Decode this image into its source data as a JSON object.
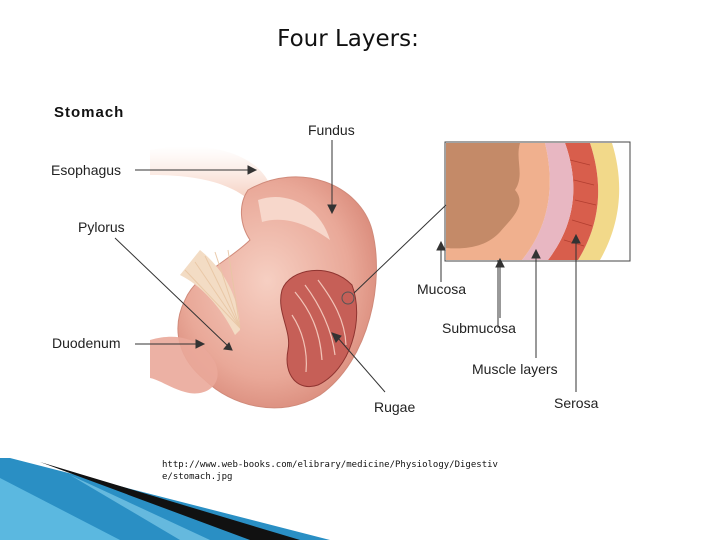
{
  "slide": {
    "title": "Four Layers:",
    "source": "http://www.web-books.com/elibrary/medicine/Physiology/Digestive/stomach.jpg"
  },
  "diagram": {
    "heading": "Stomach",
    "labels": {
      "esophagus": "Esophagus",
      "pylorus": "Pylorus",
      "duodenum": "Duodenum",
      "fundus": "Fundus",
      "rugae": "Rugae",
      "mucosa": "Mucosa",
      "submucosa": "Submucosa",
      "muscle_layers": "Muscle layers",
      "serosa": "Serosa"
    }
  },
  "colors": {
    "accent_blue": "#2a8fc4",
    "stomach_pink": "#e8a393",
    "mucosa_brown": "#c48a68",
    "serosa_yellow": "#f2d98a"
  }
}
